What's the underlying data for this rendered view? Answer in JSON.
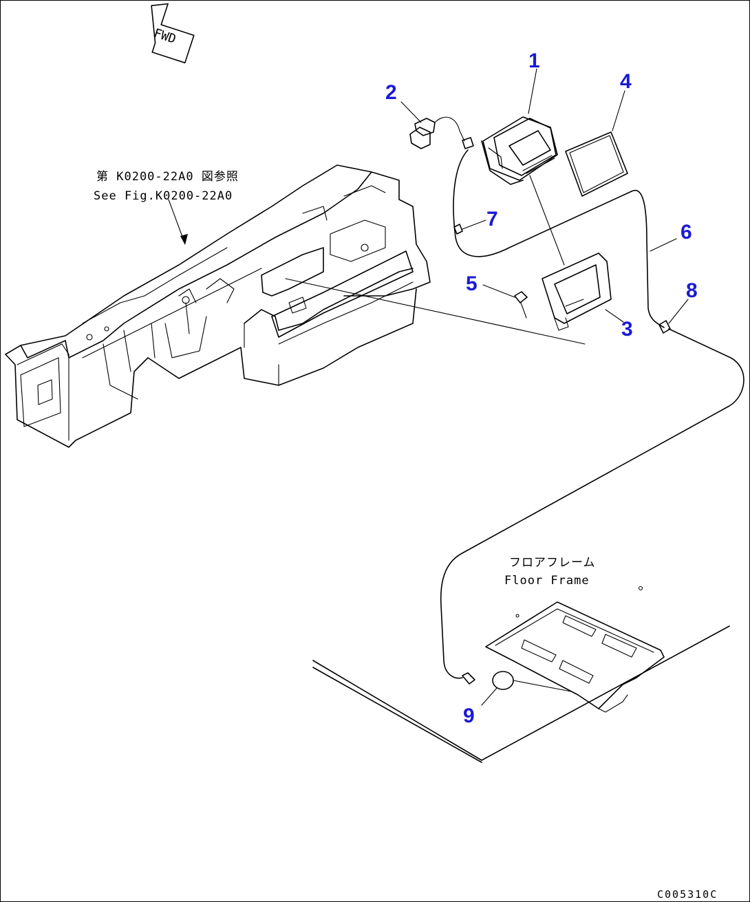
{
  "fwd_label": "FWD",
  "notes": {
    "dashboard_ref_jp": "第 K0200-22A0 図参照",
    "dashboard_ref_en": "See Fig.K0200-22A0",
    "floor_frame_jp": "フロアフレーム",
    "floor_frame_en": "Floor Frame"
  },
  "callouts": [
    "1",
    "2",
    "3",
    "4",
    "5",
    "6",
    "7",
    "8",
    "9"
  ],
  "drawing_code": "C005310C",
  "colors": {
    "callout": "#1a1ad6",
    "line": "#000000"
  }
}
